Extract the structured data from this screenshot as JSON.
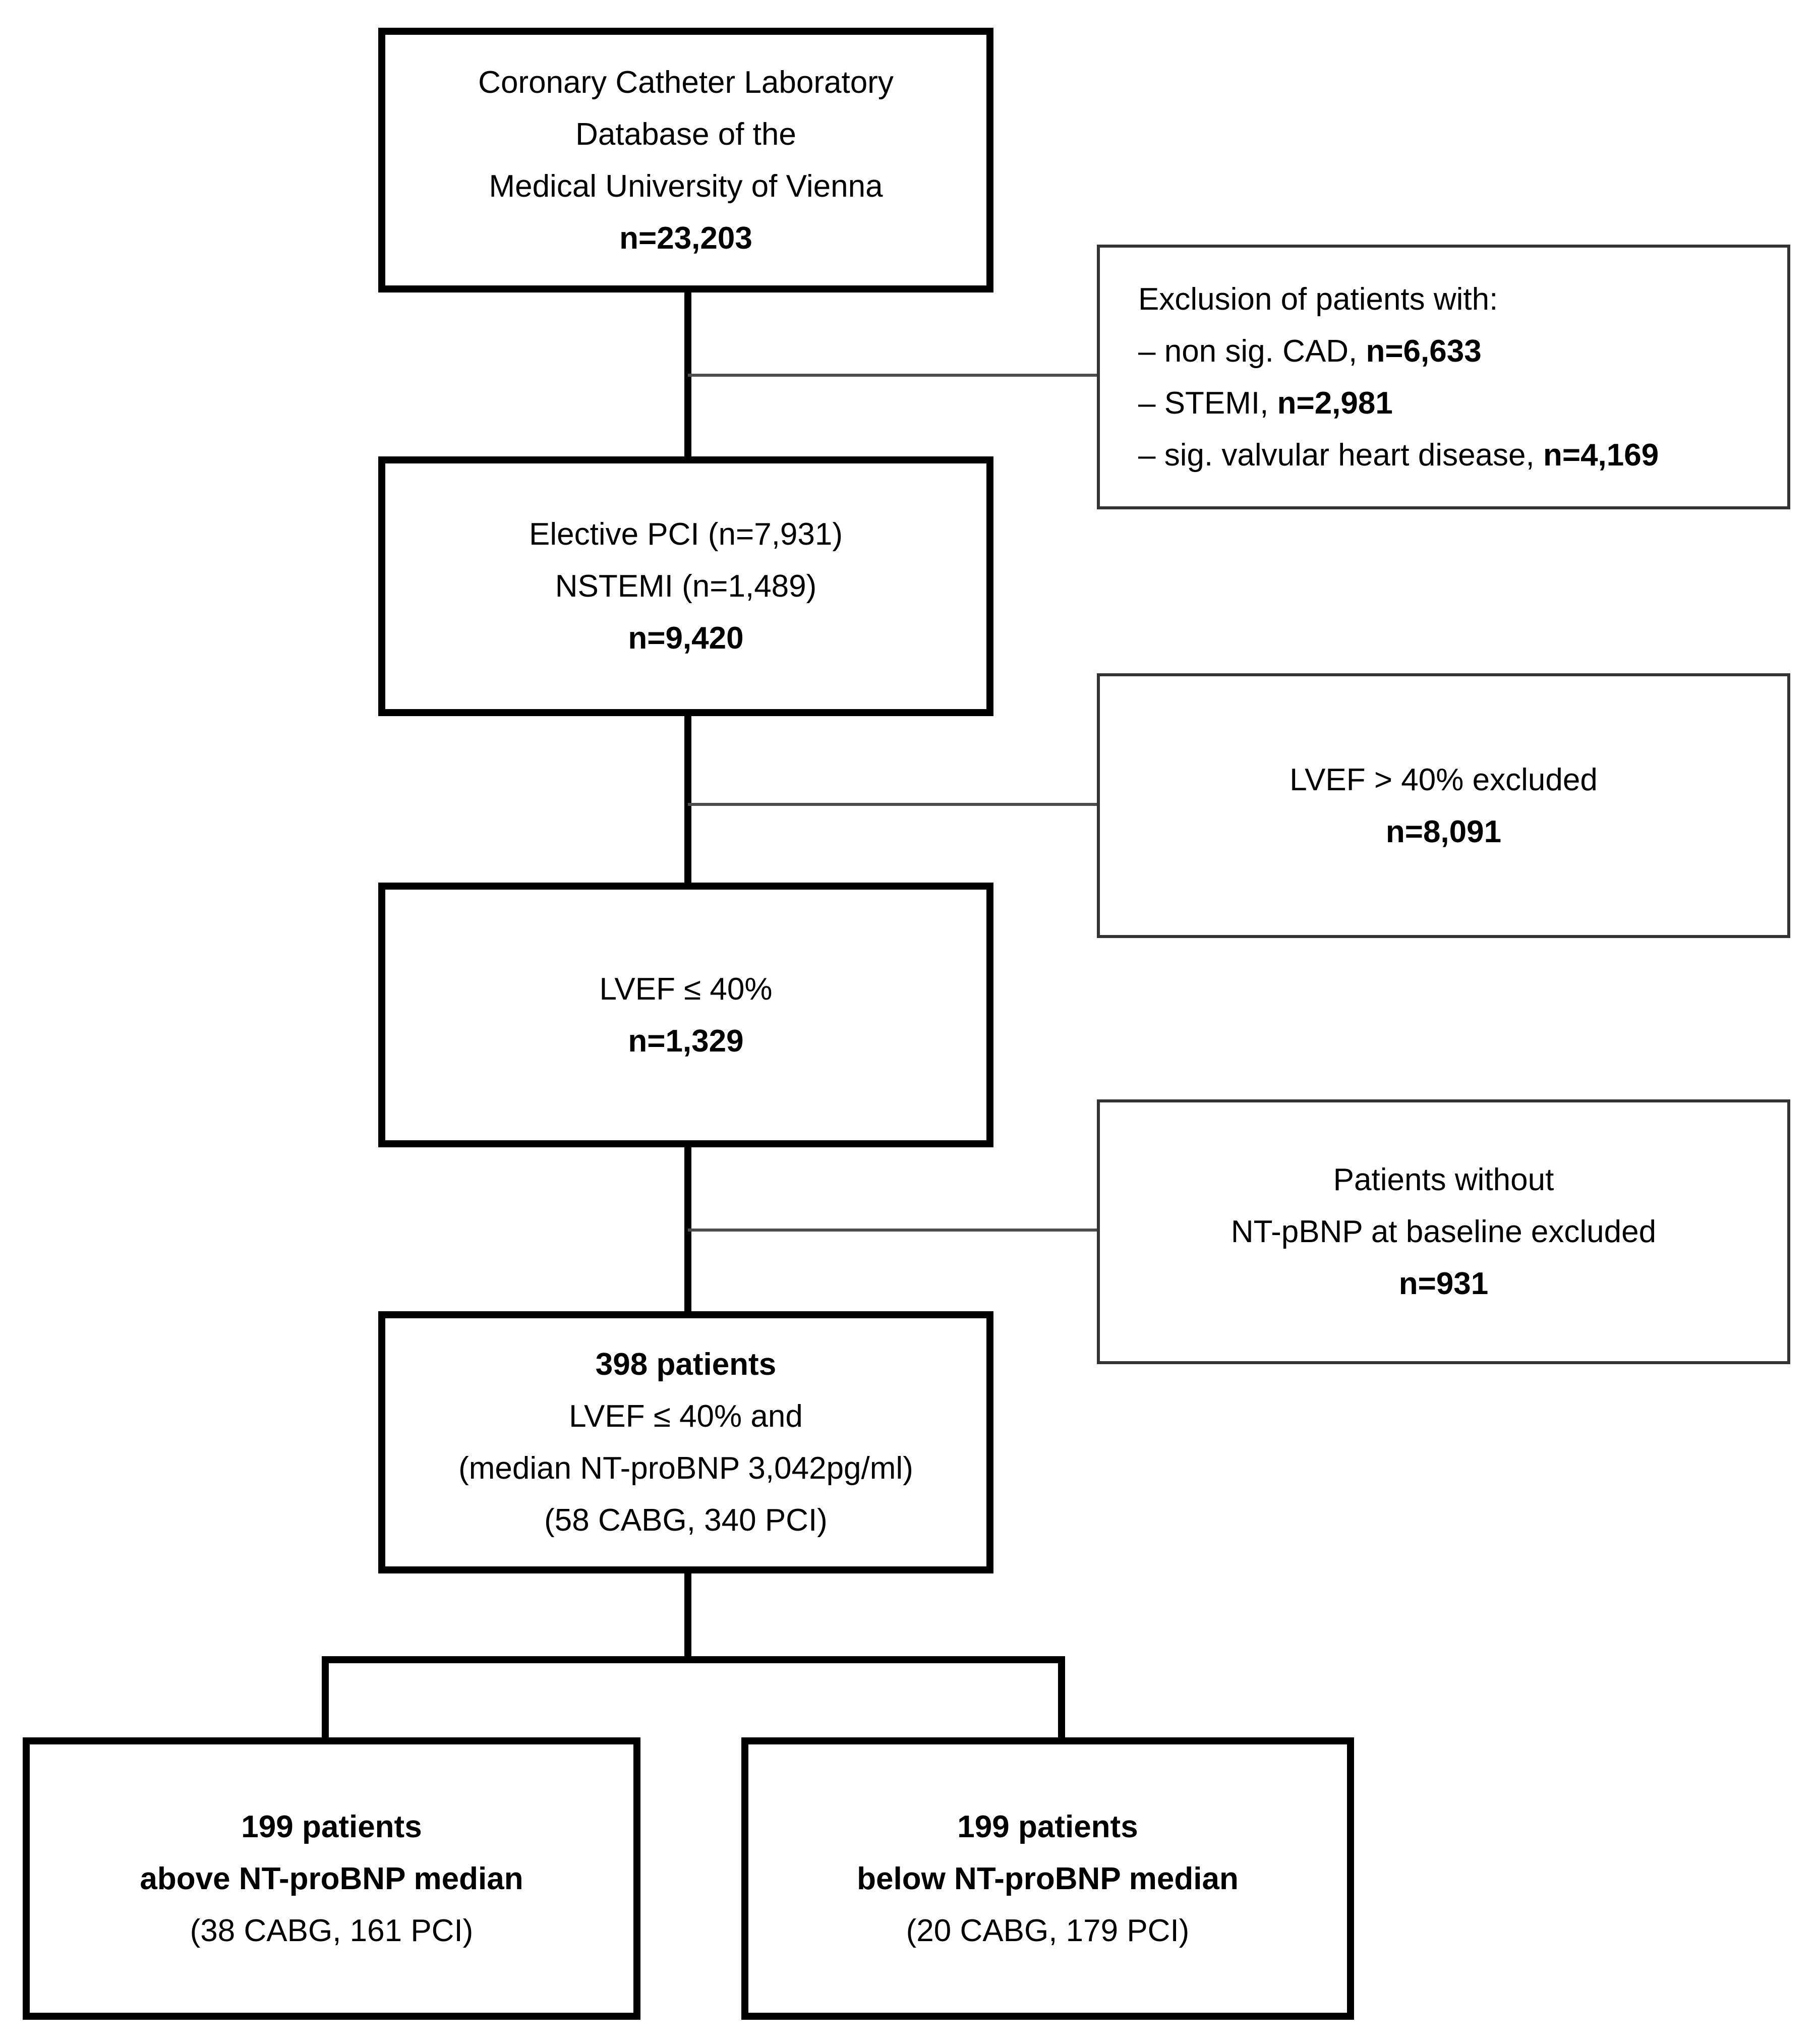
{
  "page": {
    "title": "Patient flow diagram",
    "background": "#ffffff"
  },
  "colors": {
    "main_box_border": "#000000",
    "side_box_border": "#333333",
    "trunk_connector": "#000000",
    "branch_connector": "#4d4d4d",
    "text": "#000000"
  },
  "boxes": {
    "source": {
      "lines": [
        "Coronary Catheter Laboratory",
        "Database of the",
        "Medical University of Vienna"
      ],
      "n": "n=23,203"
    },
    "exclusion_initial": {
      "title": "Exclusion of patients with:",
      "items": [
        {
          "label": "– non sig. CAD,",
          "n": "n=6,633"
        },
        {
          "label": "– STEMI,",
          "n": "n=2,981"
        },
        {
          "label": "– sig. valvular heart disease,",
          "n": "n=4,169"
        }
      ]
    },
    "cohort": {
      "lines": [
        "Elective PCI (n=7,931)",
        "NSTEMI (n=1,489)"
      ],
      "n": "n=9,420"
    },
    "exclusion_lvef": {
      "line": "LVEF > 40% excluded",
      "n": "n=8,091"
    },
    "lvef_low": {
      "line": "LVEF ≤ 40%",
      "n": "n=1,329"
    },
    "exclusion_ntprobnp": {
      "lines": [
        "Patients without",
        "NT-pBNP at baseline excluded"
      ],
      "n": "n=931"
    },
    "final_cohort": {
      "headline": "398 patients",
      "lines": [
        "LVEF ≤ 40% and",
        "(median NT-proBNP 3,042pg/ml)",
        "(58 CABG, 340 PCI)"
      ]
    },
    "above_median": {
      "headline": "199 patients",
      "subhead": "above NT-proBNP median",
      "detail": "(38 CABG, 161 PCI)"
    },
    "below_median": {
      "headline": "199 patients",
      "subhead": "below NT-proBNP median",
      "detail": "(20 CABG, 179 PCI)"
    }
  }
}
